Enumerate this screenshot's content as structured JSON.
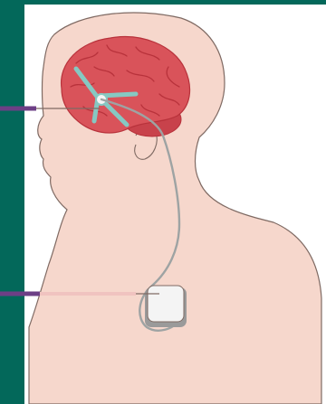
{
  "colors": {
    "frame": "#03685a",
    "background": "#ffffff",
    "skin": "#f6d7cc",
    "skin_outline": "#7f6a63",
    "brain": "#d9535a",
    "brain_dark": "#b8323b",
    "cerebellum": "#c8424b",
    "leader_purple": "#6d3f86",
    "leader_pink": "#f0c3c0",
    "wire": "#9ea3a3",
    "electrode": "#86c8c2",
    "device_face": "#f4f4f4",
    "device_shadow": "#9a9a9a"
  },
  "figure": {
    "subject": "head-and-torso-silhouette",
    "implants": [
      "brain-electrode-leads",
      "lead-wire",
      "chest-pulse-generator"
    ],
    "label_leaders": 2
  }
}
